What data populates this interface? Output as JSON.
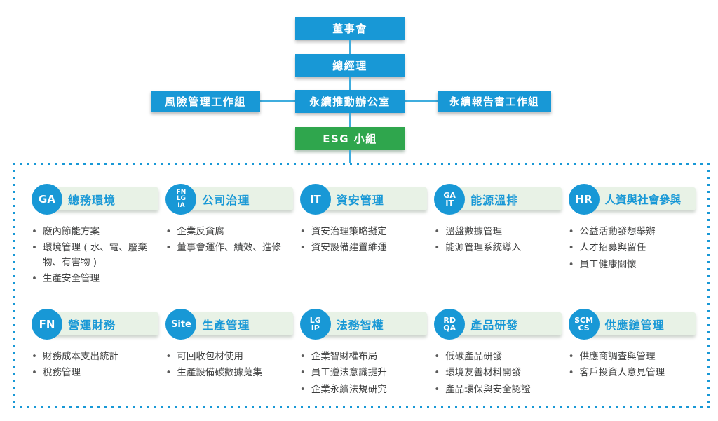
{
  "org": {
    "board": "董事會",
    "general_manager": "總經理",
    "sustainability_office": "永續推動辦公室",
    "risk_group": "風險管理工作組",
    "report_group": "永續報告書工作組",
    "esg_team": "ESG 小組"
  },
  "colors": {
    "node_blue": "#1898d6",
    "node_green": "#2fa64d",
    "connector_blue": "#3fadde",
    "dotted_border": "#1898d6",
    "pill_background": "#e8f2e6",
    "title_text": "#1898d6",
    "bullet_text": "#3f4040"
  },
  "cards": [
    {
      "badge_lines": [
        "GA"
      ],
      "title": "總務環境",
      "items": [
        "廠內節能方案",
        "環境管理 ( 水、電、廢棄物、有害物 )",
        "生產安全管理"
      ]
    },
    {
      "badge_lines": [
        "FN",
        "LG",
        "IA"
      ],
      "title": "公司治理",
      "items": [
        "企業反貪腐",
        "董事會運作、績效、進修"
      ]
    },
    {
      "badge_lines": [
        "IT"
      ],
      "title": "資安管理",
      "items": [
        "資安治理策略擬定",
        "資安設備建置維運"
      ]
    },
    {
      "badge_lines": [
        "GA",
        "IT"
      ],
      "title": "能源溫排",
      "items": [
        "溫盤數據管理",
        "能源管理系統導入"
      ]
    },
    {
      "badge_lines": [
        "HR"
      ],
      "title": "人資與社會參與",
      "items": [
        "公益活動發想舉辦",
        "人才招募與留任",
        "員工健康關懷"
      ]
    },
    {
      "badge_lines": [
        "FN"
      ],
      "title": "營運財務",
      "items": [
        "財務成本支出統計",
        "稅務管理"
      ]
    },
    {
      "badge_lines": [
        "Site"
      ],
      "title": "生產管理",
      "items": [
        "可回收包材使用",
        "生產設備碳數據蒐集"
      ]
    },
    {
      "badge_lines": [
        "LG",
        "IP"
      ],
      "title": "法務智權",
      "items": [
        "企業智財權布局",
        "員工遵法意識提升",
        "企業永續法規研究"
      ]
    },
    {
      "badge_lines": [
        "RD",
        "QA"
      ],
      "title": "產品研發",
      "items": [
        "低碳產品研發",
        "環境友善材料開發",
        "產品環保與安全認證"
      ]
    },
    {
      "badge_lines": [
        "SCM",
        "CS"
      ],
      "title": "供應鏈管理",
      "items": [
        "供應商調查與管理",
        "客戶投資人意見管理"
      ]
    }
  ],
  "bullet_glyph": "•"
}
